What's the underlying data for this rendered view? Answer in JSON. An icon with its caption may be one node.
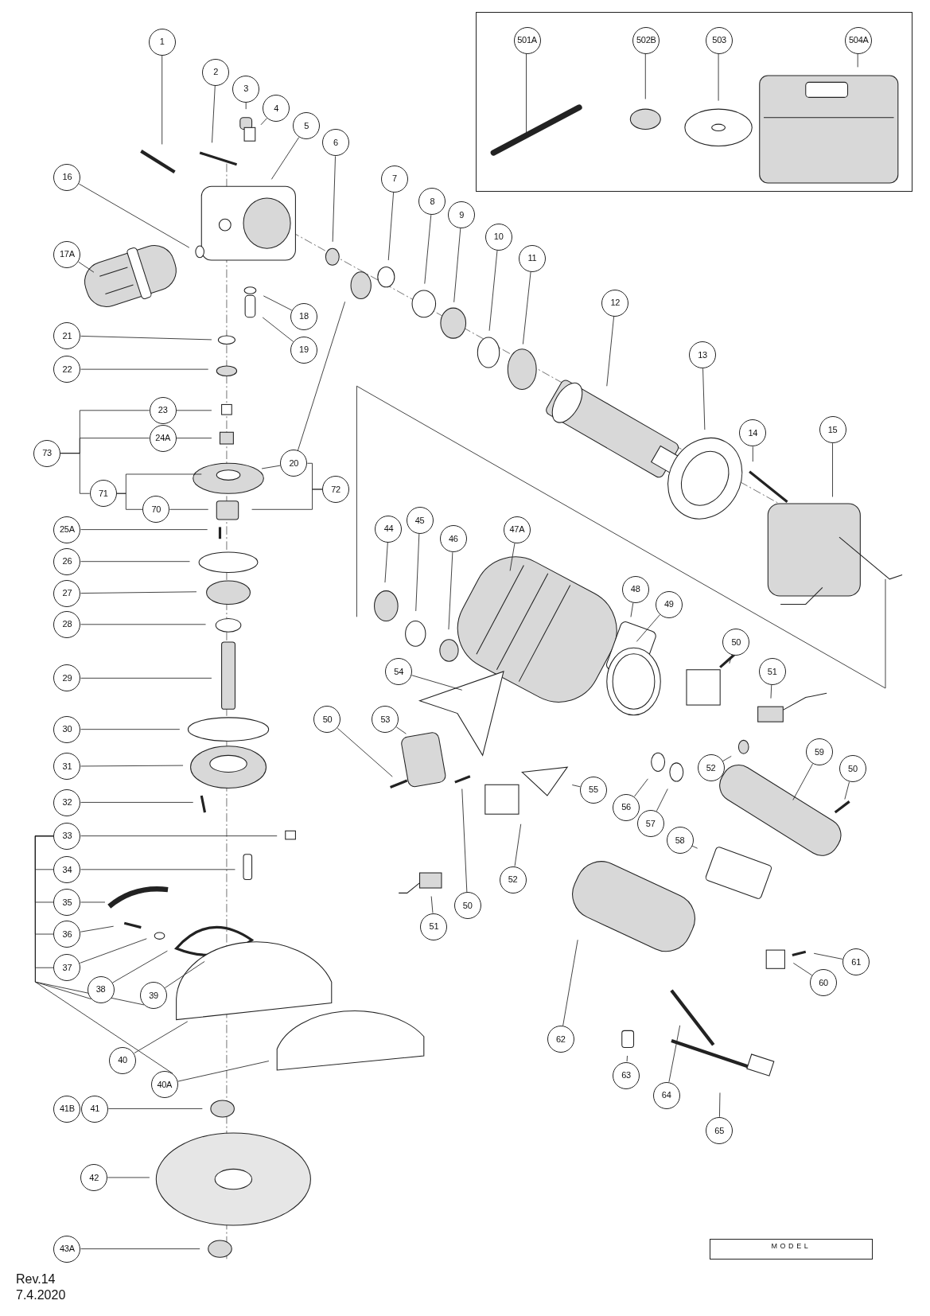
{
  "diagram": {
    "nodes": [
      {
        "text": [],
        "shape": "box"
      },
      {
        "text": [
          "501A"
        ],
        "in": 0
      },
      {
        "text": [
          "502B"
        ],
        "in": 0
      },
      {
        "text": [
          "503"
        ],
        "in": 0
      },
      {
        "text": [
          "504A"
        ],
        "in": 0
      },
      {
        "text": [
          "1"
        ]
      },
      {
        "text": [
          "2"
        ]
      },
      {
        "text": [
          "3"
        ]
      },
      {
        "text": [
          "4"
        ]
      },
      {
        "text": [
          "5"
        ]
      },
      {
        "text": [
          "6"
        ]
      },
      {
        "text": [
          "7"
        ]
      },
      {
        "text": [
          "8"
        ]
      },
      {
        "text": [
          "9"
        ]
      },
      {
        "text": [
          "10"
        ]
      },
      {
        "text": [
          "11"
        ]
      },
      {
        "text": [
          "12"
        ]
      },
      {
        "text": [
          "13"
        ]
      },
      {
        "text": [
          "14"
        ]
      },
      {
        "text": [
          "15"
        ]
      },
      {
        "text": [
          "16"
        ]
      },
      {
        "text": [
          "17A"
        ]
      },
      {
        "text": [
          "18"
        ]
      },
      {
        "text": [
          "19"
        ]
      },
      {
        "text": [
          "20"
        ]
      },
      {
        "text": [
          "21"
        ]
      },
      {
        "text": [
          "22"
        ]
      },
      {
        "text": [
          "23"
        ]
      },
      {
        "text": [
          "24A"
        ]
      },
      {
        "text": [
          "73"
        ]
      },
      {
        "text": [
          "71"
        ]
      },
      {
        "text": [
          "70"
        ]
      },
      {
        "text": [
          "72"
        ]
      },
      {
        "text": [
          "25A"
        ]
      },
      {
        "text": [
          "26"
        ]
      },
      {
        "text": [
          "27"
        ]
      },
      {
        "text": [
          "28"
        ]
      },
      {
        "text": [
          "29"
        ]
      },
      {
        "text": [
          "30"
        ]
      },
      {
        "text": [
          "31"
        ]
      },
      {
        "text": [
          "32"
        ]
      },
      {
        "text": [
          "33"
        ]
      },
      {
        "text": [
          "34"
        ]
      },
      {
        "text": [
          "35"
        ]
      },
      {
        "text": [
          "36"
        ]
      },
      {
        "text": [
          "37"
        ]
      },
      {
        "text": [
          "38"
        ]
      },
      {
        "text": [
          "39"
        ]
      },
      {
        "text": [
          "40"
        ]
      },
      {
        "text": [
          "40A"
        ]
      },
      {
        "text": [
          "41B"
        ]
      },
      {
        "text": [
          "41"
        ]
      },
      {
        "text": [
          "42"
        ]
      },
      {
        "text": [
          "43A"
        ]
      },
      {
        "text": [
          "44"
        ]
      },
      {
        "text": [
          "45"
        ]
      },
      {
        "text": [
          "46"
        ]
      },
      {
        "text": [
          "47A"
        ]
      },
      {
        "text": [
          "48"
        ]
      },
      {
        "text": [
          "49"
        ]
      },
      {
        "text": [
          "50"
        ]
      },
      {
        "text": [
          "51"
        ]
      },
      {
        "text": [
          "54"
        ]
      },
      {
        "text": [
          "53"
        ]
      },
      {
        "text": [
          "50"
        ]
      },
      {
        "text": [
          "52"
        ]
      },
      {
        "text": [
          "55"
        ]
      },
      {
        "text": [
          "56"
        ]
      },
      {
        "text": [
          "57"
        ]
      },
      {
        "text": [
          "59"
        ]
      },
      {
        "text": [
          "50"
        ]
      },
      {
        "text": [
          "58"
        ]
      },
      {
        "text": [
          "52"
        ]
      },
      {
        "text": [
          "50"
        ]
      },
      {
        "text": [
          "51"
        ]
      },
      {
        "text": [
          "62"
        ]
      },
      {
        "text": [
          "61"
        ]
      },
      {
        "text": [
          "60"
        ]
      },
      {
        "text": [
          "63"
        ]
      },
      {
        "text": [
          "64"
        ]
      },
      {
        "text": [
          "65"
        ]
      },
      {
        "text": [
          "MODEL"
        ]
      }
    ],
    "edges": [
      {
        "from": 1,
        "to": null,
        "arrow": "none"
      },
      {
        "from": 2,
        "to": null,
        "arrow": "none"
      },
      {
        "from": 3,
        "to": null,
        "arrow": "none"
      },
      {
        "from": 4,
        "to": null,
        "arrow": "none"
      },
      {
        "from": 5,
        "to": null,
        "arrow": "none"
      },
      {
        "from": 6,
        "to": null,
        "arrow": "none"
      },
      {
        "from": 7,
        "to": null,
        "arrow": "none"
      },
      {
        "from": 8,
        "to": null,
        "arrow": "none"
      },
      {
        "from": 9,
        "to": null,
        "arrow": "none"
      },
      {
        "from": 10,
        "to": null,
        "arrow": "none"
      },
      {
        "from": 11,
        "to": null,
        "arrow": "none"
      },
      {
        "from": 12,
        "to": null,
        "arrow": "none"
      },
      {
        "from": 13,
        "to": null,
        "arrow": "none"
      },
      {
        "from": 14,
        "to": null,
        "arrow": "none"
      },
      {
        "from": 15,
        "to": null,
        "arrow": "none"
      },
      {
        "from": 16,
        "to": null,
        "arrow": "none"
      },
      {
        "from": 17,
        "to": null,
        "arrow": "none"
      },
      {
        "from": 18,
        "to": null,
        "arrow": "none"
      },
      {
        "from": 19,
        "to": null,
        "arrow": "none"
      },
      {
        "from": 20,
        "to": null,
        "arrow": "none"
      },
      {
        "from": 21,
        "to": null,
        "arrow": "none"
      },
      {
        "from": 22,
        "to": null,
        "arrow": "none"
      },
      {
        "from": 23,
        "to": null,
        "arrow": "none"
      },
      {
        "from": 24,
        "to": null,
        "arrow": "none"
      },
      {
        "from": 25,
        "to": null,
        "arrow": "none"
      },
      {
        "from": 26,
        "to": null,
        "arrow": "none"
      },
      {
        "from": 27,
        "to": null,
        "arrow": "none"
      },
      {
        "from": 28,
        "to": null,
        "arrow": "none"
      },
      {
        "from": 31,
        "to": null,
        "arrow": "none"
      },
      {
        "from": 33,
        "to": null,
        "arrow": "none"
      },
      {
        "from": 34,
        "to": null,
        "arrow": "none"
      },
      {
        "from": 35,
        "to": null,
        "arrow": "none"
      },
      {
        "from": 36,
        "to": null,
        "arrow": "none"
      },
      {
        "from": 37,
        "to": null,
        "arrow": "none"
      },
      {
        "from": 38,
        "to": null,
        "arrow": "none"
      },
      {
        "from": 39,
        "to": null,
        "arrow": "none"
      },
      {
        "from": 40,
        "to": null,
        "arrow": "none"
      },
      {
        "from": 41,
        "to": null,
        "arrow": "none"
      },
      {
        "from": 42,
        "to": null,
        "arrow": "none"
      },
      {
        "from": 43,
        "to": null,
        "arrow": "none"
      },
      {
        "from": 44,
        "to": null,
        "arrow": "none"
      },
      {
        "from": 45,
        "to": null,
        "arrow": "none"
      },
      {
        "from": 46,
        "to": null,
        "arrow": "none"
      },
      {
        "from": 47,
        "to": null,
        "arrow": "none"
      },
      {
        "from": 48,
        "to": null,
        "arrow": "none"
      },
      {
        "from": 49,
        "to": null,
        "arrow": "none"
      },
      {
        "from": 51,
        "to": null,
        "arrow": "none"
      },
      {
        "from": 52,
        "to": null,
        "arrow": "none"
      },
      {
        "from": 53,
        "to": null,
        "arrow": "none"
      },
      {
        "from": 54,
        "to": null,
        "arrow": "none"
      },
      {
        "from": 55,
        "to": null,
        "arrow": "none"
      },
      {
        "from": 56,
        "to": null,
        "arrow": "none"
      },
      {
        "from": 57,
        "to": null,
        "arrow": "none"
      },
      {
        "from": 58,
        "to": null,
        "arrow": "none"
      },
      {
        "from": 59,
        "to": null,
        "arrow": "none"
      },
      {
        "from": 60,
        "to": null,
        "arrow": "none"
      },
      {
        "from": 61,
        "to": null,
        "arrow": "none"
      },
      {
        "from": 62,
        "to": null,
        "arrow": "none"
      },
      {
        "from": 63,
        "to": null,
        "arrow": "none"
      },
      {
        "from": 64,
        "to": null,
        "arrow": "none"
      },
      {
        "from": 65,
        "to": null,
        "arrow": "none"
      },
      {
        "from": 66,
        "to": null,
        "arrow": "none"
      },
      {
        "from": 67,
        "to": null,
        "arrow": "none"
      },
      {
        "from": 68,
        "to": null,
        "arrow": "none"
      },
      {
        "from": 69,
        "to": null,
        "arrow": "none"
      },
      {
        "from": 70,
        "to": null,
        "arrow": "none"
      },
      {
        "from": 71,
        "to": null,
        "arrow": "none"
      },
      {
        "from": 72,
        "to": null,
        "arrow": "none"
      },
      {
        "from": 73,
        "to": null,
        "arrow": "none"
      },
      {
        "from": 74,
        "to": null,
        "arrow": "none"
      },
      {
        "from": 75,
        "to": null,
        "arrow": "none"
      },
      {
        "from": 76,
        "to": null,
        "arrow": "none"
      },
      {
        "from": 77,
        "to": null,
        "arrow": "none"
      },
      {
        "from": 78,
        "to": null,
        "arrow": "none"
      },
      {
        "from": 79,
        "to": null,
        "arrow": "none"
      },
      {
        "from": 80,
        "to": null,
        "arrow": "none"
      },
      {
        "from": 29,
        "to": 27,
        "arrow": "none"
      },
      {
        "from": 29,
        "to": 28,
        "arrow": "none"
      },
      {
        "from": 29,
        "to": 30,
        "arrow": "none"
      },
      {
        "from": 30,
        "to": 31,
        "arrow": "none"
      },
      {
        "from": 30,
        "to": null,
        "arrow": "none"
      },
      {
        "from": 32,
        "to": 24,
        "arrow": "none"
      },
      {
        "from": 32,
        "to": null,
        "arrow": "none"
      },
      {
        "from": 24,
        "to": null,
        "arrow": "none"
      },
      {
        "from": 41,
        "to": 42,
        "arrow": "none"
      },
      {
        "from": 41,
        "to": 43,
        "arrow": "none"
      },
      {
        "from": 41,
        "to": 44,
        "arrow": "none"
      },
      {
        "from": 41,
        "to": 45,
        "arrow": "none"
      },
      {
        "from": 41,
        "to": 46,
        "arrow": "none"
      },
      {
        "from": 41,
        "to": 47,
        "arrow": "none"
      },
      {
        "from": 41,
        "to": 49,
        "arrow": "none"
      }
    ],
    "labels": [
      "Rev.14",
      "7.4.2020"
    ]
  }
}
